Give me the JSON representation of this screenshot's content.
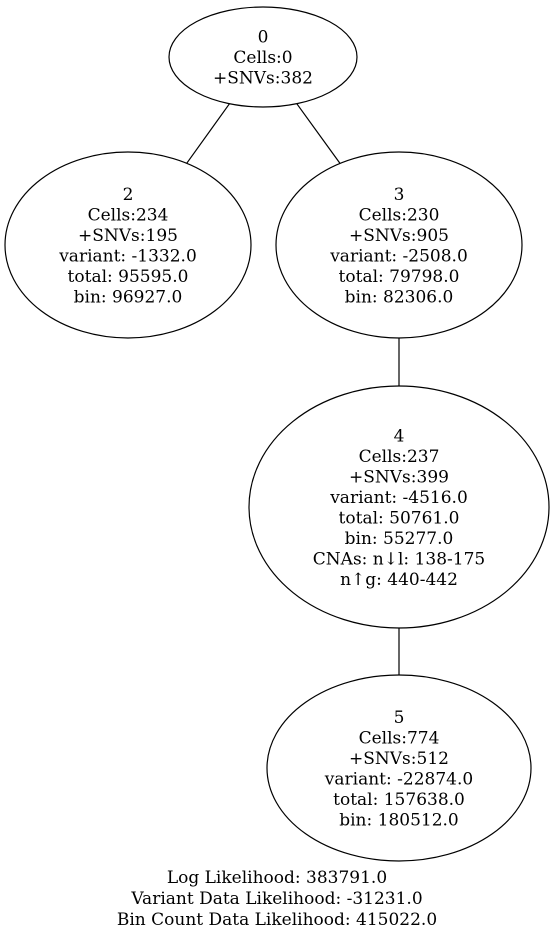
{
  "tree": {
    "nodes": [
      {
        "id": "0",
        "lines": [
          "0",
          "Cells:0",
          "+SNVs:382"
        ]
      },
      {
        "id": "2",
        "lines": [
          "2",
          "Cells:234",
          "+SNVs:195",
          "variant: -1332.0",
          "total: 95595.0",
          "bin: 96927.0"
        ]
      },
      {
        "id": "3",
        "lines": [
          "3",
          "Cells:230",
          "+SNVs:905",
          "variant: -2508.0",
          "total: 79798.0",
          "bin: 82306.0"
        ]
      },
      {
        "id": "4",
        "lines": [
          "4",
          "Cells:237",
          "+SNVs:399",
          "variant: -4516.0",
          "total: 50761.0",
          "bin: 55277.0",
          "CNAs: n↓l: 138-175",
          "n↑g: 440-442"
        ]
      },
      {
        "id": "5",
        "lines": [
          "5",
          "Cells:774",
          "+SNVs:512",
          "variant: -22874.0",
          "total: 157638.0",
          "bin: 180512.0"
        ]
      }
    ],
    "edges": [
      {
        "from": "0",
        "to": "2"
      },
      {
        "from": "0",
        "to": "3"
      },
      {
        "from": "3",
        "to": "4"
      },
      {
        "from": "4",
        "to": "5"
      }
    ]
  },
  "footer": {
    "log_likelihood": "Log Likelihood: 383791.0",
    "variant_likelihood": "Variant Data Likelihood: -31231.0",
    "bin_count_likelihood": "Bin Count Data Likelihood: 415022.0"
  },
  "colors": {
    "stroke": "#000000",
    "background": "#ffffff",
    "text": "#000000"
  }
}
